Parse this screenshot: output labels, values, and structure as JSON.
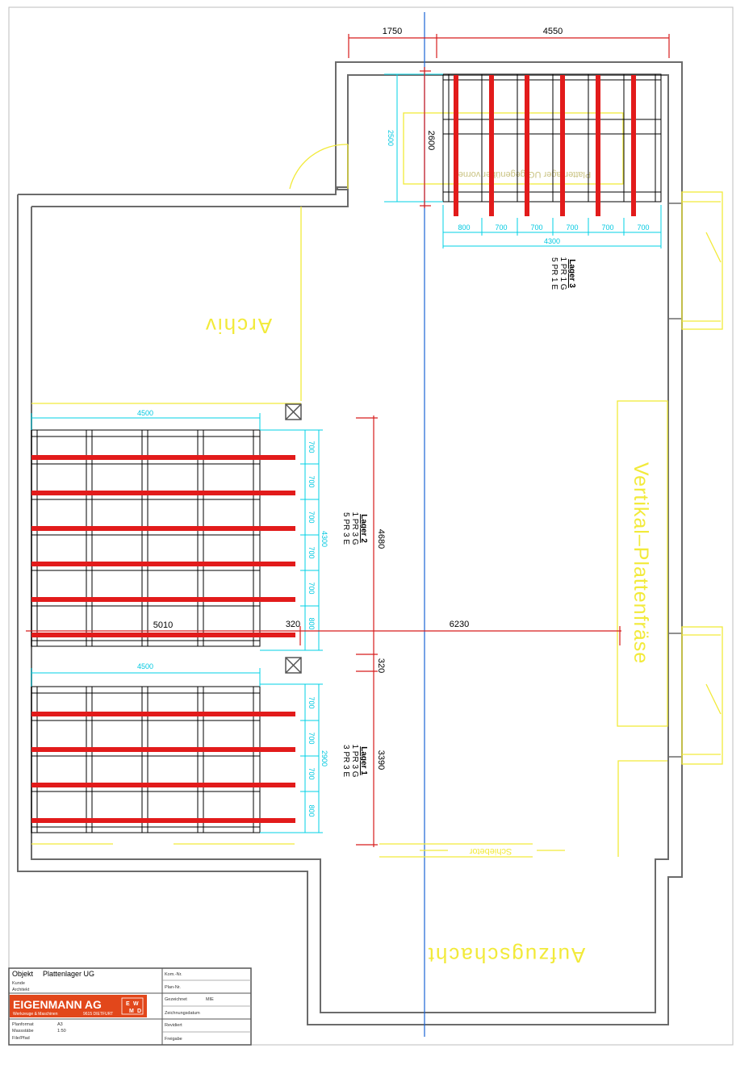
{
  "plan": {
    "rooms": {
      "archive": "Archiv",
      "elevator_shaft": "Aufzugschacht"
    },
    "machine_label": "Vertikal–Plattenfräse",
    "sliding_door_label": "Schiebetor",
    "rotated_hidden_label": "Plattenlager UG gegenüber vorne",
    "storages": [
      {
        "title": "Lager 3",
        "lines": [
          "1 PR 1 G",
          "5 PR 1 E"
        ]
      },
      {
        "title": "Lager 2",
        "lines": [
          "1 PR 3 G",
          "5 PR 3 E"
        ]
      },
      {
        "title": "Lager 1",
        "lines": [
          "1 PR 3 G",
          "3 PR 3 E"
        ]
      }
    ],
    "dimensions": {
      "top_1750": "1750",
      "top_4550": "4550",
      "l3_2500": "2500",
      "l3_2600": "2600",
      "l3_bays": [
        "800",
        "700",
        "700",
        "700",
        "700",
        "700"
      ],
      "l3_total": "4300",
      "l2_width": "4500",
      "l2_bays": [
        "700",
        "700",
        "700",
        "700",
        "700",
        "800"
      ],
      "l2_total": "4300",
      "l1_width": "4500",
      "l1_bays": [
        "700",
        "700",
        "700",
        "800"
      ],
      "l1_total": "2900",
      "v_4680": "4680",
      "v_320": "320",
      "v_3390": "3390",
      "h_5010": "5010",
      "h_320": "320",
      "h_6230": "6230"
    }
  },
  "title_block": {
    "objekt_label": "Objekt",
    "objekt_value": "Plattenlager UG",
    "kunde_label": "Kunde",
    "architekt_label": "Architekt",
    "kom_nr_label": "Kom.-Nr.",
    "plan_nr_label": "Plan-Nr.",
    "gezeichnet_label": "Gezeichnet",
    "gezeichnet_value": "MIE",
    "zeichnungsdatum_label": "Zeichnungsdatum",
    "revidiert_label": "Revidiert",
    "freigabe_label": "Freigabe",
    "planformat_label": "Planformat",
    "planformat_value": "A3",
    "massstab_label": "Massstäbe",
    "massstab_value": "1:50",
    "file_label": "File/Pfad",
    "company_name": "EIGENMANN AG",
    "company_sub_left": "Werkzeuge & Maschinen",
    "company_sub_right": "9615 DIETFURT",
    "logo_letters": [
      "E",
      "W",
      "M",
      "D"
    ],
    "brand_color": "#e2471b"
  }
}
